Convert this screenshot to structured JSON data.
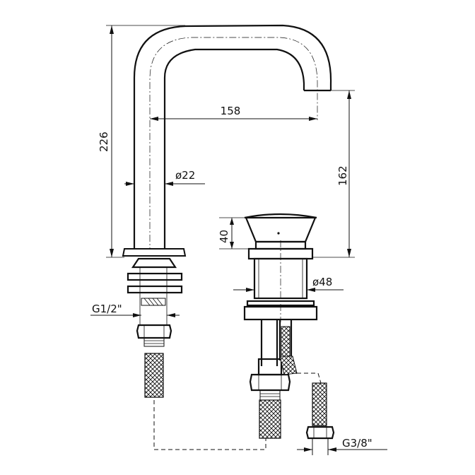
{
  "dimensions": {
    "overall_height": "226",
    "spout_reach": "158",
    "spout_outlet_height": "162",
    "pipe_diameter": "ø22",
    "handle_height": "40",
    "valve_body_diameter": "ø48"
  },
  "threads": {
    "inlet": "G1/2\"",
    "hose_outlet": "G3/8\""
  }
}
